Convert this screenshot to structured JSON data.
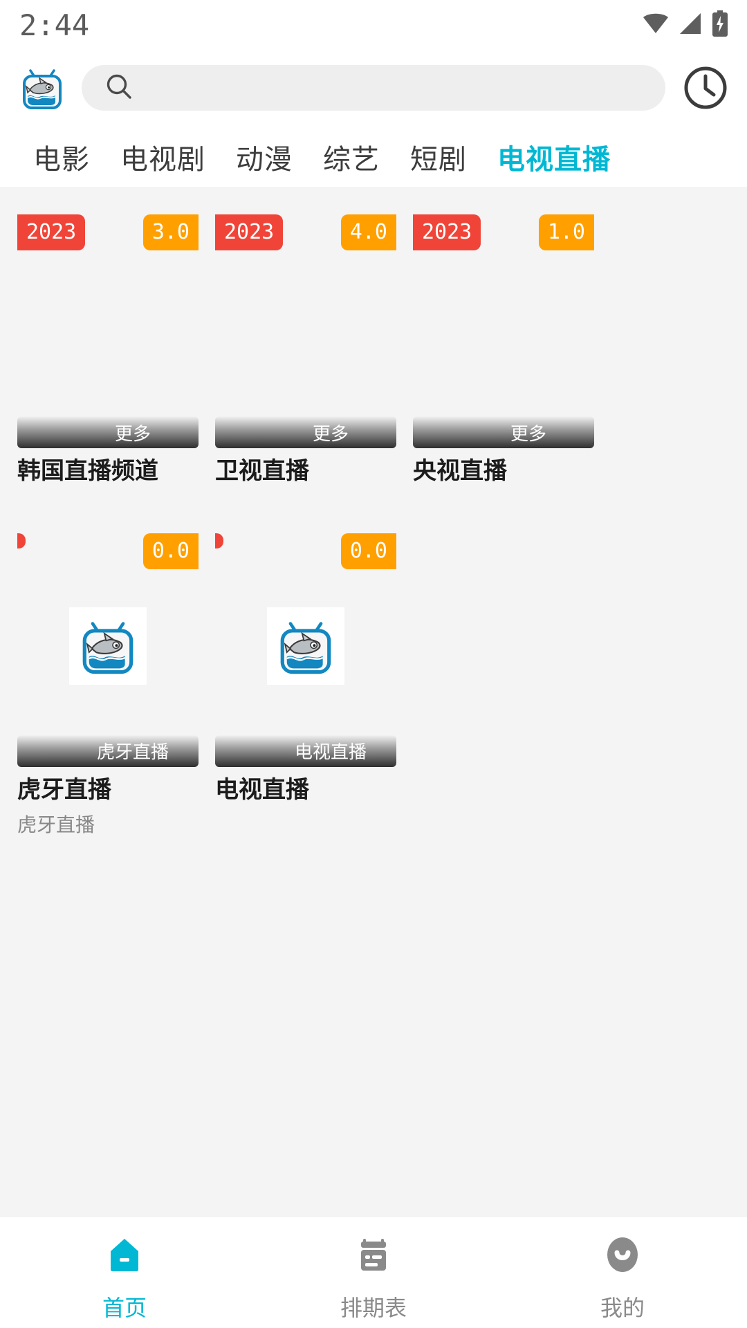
{
  "status_bar": {
    "time": "2:44",
    "icons": [
      "wifi-icon",
      "signal-icon",
      "battery-charging-icon"
    ]
  },
  "header": {
    "logo_icon": "shark-tv-logo",
    "search_placeholder": "",
    "search_value": "",
    "search_icon": "search-icon",
    "history_icon": "clock-history-icon"
  },
  "tabs": {
    "items": [
      {
        "label": "电影",
        "active": false
      },
      {
        "label": "电视剧",
        "active": false
      },
      {
        "label": "动漫",
        "active": false
      },
      {
        "label": "综艺",
        "active": false
      },
      {
        "label": "短剧",
        "active": false
      },
      {
        "label": "电视直播",
        "active": true
      }
    ],
    "active_color": "#00b8d4"
  },
  "colors": {
    "accent": "#00b8d4",
    "badge_year": "#f04438",
    "badge_score": "#ffa000",
    "content_bg": "#f4f4f4",
    "text_primary": "#1c1c1c",
    "text_secondary": "#888888"
  },
  "grid": {
    "cards": [
      {
        "title": "韩国直播频道",
        "subtitle": "",
        "year_badge": "2023",
        "score_badge": "3.0",
        "note": "更多",
        "has_thumb": false
      },
      {
        "title": "卫视直播",
        "subtitle": "",
        "year_badge": "2023",
        "score_badge": "4.0",
        "note": "更多",
        "has_thumb": false
      },
      {
        "title": "央视直播",
        "subtitle": "",
        "year_badge": "2023",
        "score_badge": "1.0",
        "note": "更多",
        "has_thumb": false
      },
      {
        "title": "虎牙直播",
        "subtitle": "虎牙直播",
        "year_badge": "",
        "score_badge": "0.0",
        "note": "虎牙直播",
        "has_thumb": true
      },
      {
        "title": "电视直播",
        "subtitle": "",
        "year_badge": "",
        "score_badge": "0.0",
        "note": "电视直播",
        "has_thumb": true
      }
    ]
  },
  "bottom_nav": {
    "items": [
      {
        "label": "首页",
        "icon": "home-icon",
        "active": true
      },
      {
        "label": "排期表",
        "icon": "calendar-schedule-icon",
        "active": false
      },
      {
        "label": "我的",
        "icon": "profile-icon",
        "active": false
      }
    ]
  }
}
